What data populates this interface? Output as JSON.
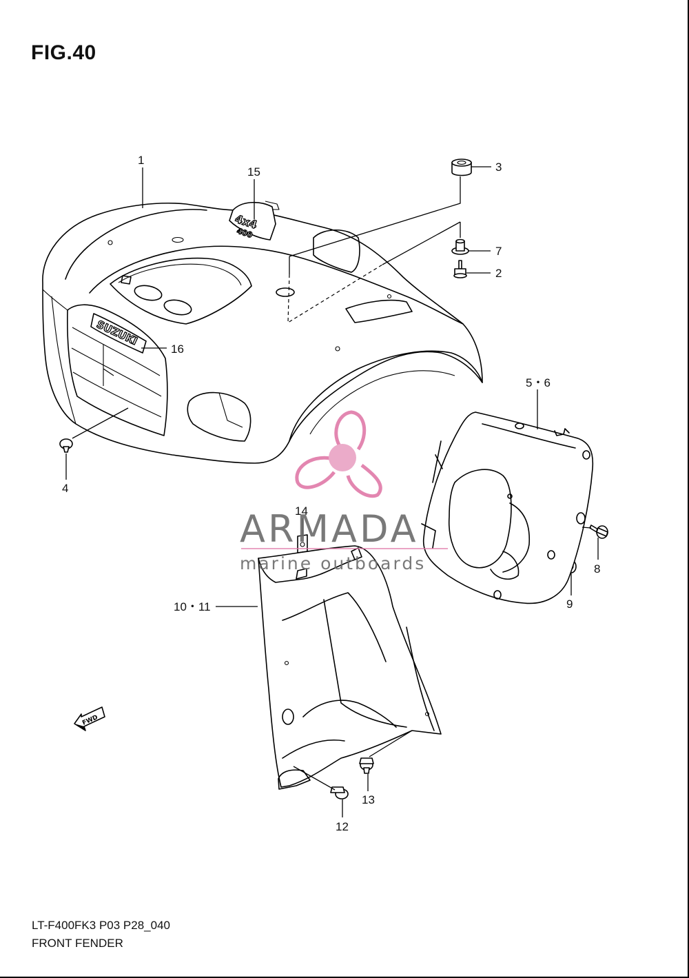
{
  "figure": {
    "title": "FIG.40",
    "model_code": "LT-F400FK3 P03 P28_040",
    "section_name": "FRONT FENDER"
  },
  "callouts": [
    {
      "id": "c1",
      "label": "1"
    },
    {
      "id": "c15",
      "label": "15"
    },
    {
      "id": "c3",
      "label": "3"
    },
    {
      "id": "c7",
      "label": "7"
    },
    {
      "id": "c2",
      "label": "2"
    },
    {
      "id": "c16",
      "label": "16"
    },
    {
      "id": "c4",
      "label": "4"
    },
    {
      "id": "c56",
      "label": "5・6"
    },
    {
      "id": "c14",
      "label": "14"
    },
    {
      "id": "c8",
      "label": "8"
    },
    {
      "id": "c9",
      "label": "9"
    },
    {
      "id": "c1011",
      "label": "10・11"
    },
    {
      "id": "c13",
      "label": "13"
    },
    {
      "id": "c12",
      "label": "12"
    }
  ],
  "emblems": {
    "brand": "SUZUKI",
    "badge_top": "4x4",
    "badge_bottom": "400",
    "hood_mark": "400",
    "direction_arrow": "FWD"
  },
  "watermark": {
    "brand": "ARMADA",
    "tagline": "marine outboards",
    "logo_icon": "propeller-icon",
    "color": "#e07aa8"
  }
}
